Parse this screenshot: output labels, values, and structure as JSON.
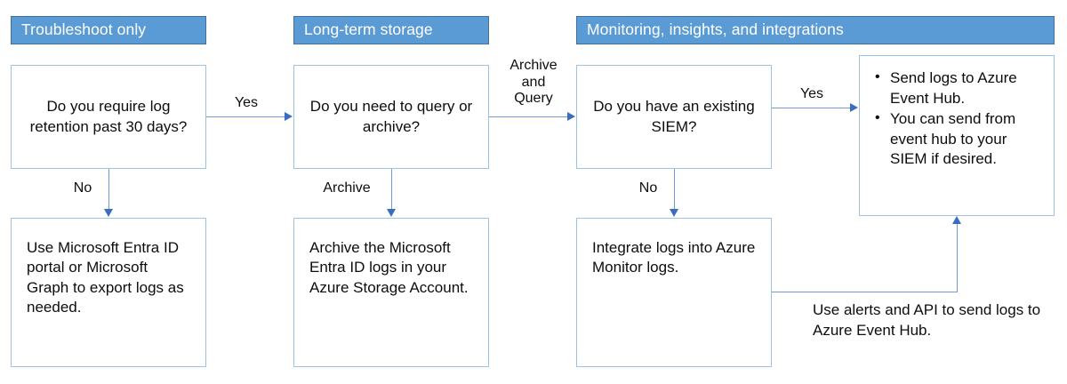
{
  "diagram": {
    "title_bars": [
      {
        "id": "troubleshoot",
        "label": "Troubleshoot only"
      },
      {
        "id": "long-term-storage",
        "label": "Long-term storage"
      },
      {
        "id": "monitoring",
        "label": "Monitoring, insights, and integrations"
      }
    ],
    "nodes": {
      "retention_question": "Do you require log retention past 30 days?",
      "export_logs": "Use Microsoft Entra ID portal or Microsoft Graph to export logs as needed.",
      "query_archive_question": "Do you need to query or archive?",
      "archive_storage": "Archive the Microsoft Entra ID logs in your Azure Storage Account.",
      "siem_question": "Do you have an existing SIEM?",
      "azure_monitor": "Integrate logs into Azure Monitor logs.",
      "event_hub_bullets": [
        "Send logs to Azure Event Hub.",
        "You can send from event hub to your SIEM if desired."
      ]
    },
    "edge_labels": {
      "yes_to_storage": "Yes",
      "no_to_export": "No",
      "archive_to_storage": "Archive",
      "archive_and_query": "Archive\nand\nQuery",
      "yes_to_event_hub": "Yes",
      "no_to_monitor": "No"
    },
    "annotations": {
      "alerts_api": "Use alerts and API to send logs to Azure Event Hub."
    },
    "colors": {
      "header_fill": "#5B9BD5",
      "header_border": "#41719C",
      "node_border": "#9DC3E6",
      "connector": "#6E9AD8",
      "arrowhead": "#3A6DBF",
      "text": "#0D0D0D",
      "header_text": "#FFFFFF",
      "background": "#FFFFFF"
    }
  }
}
